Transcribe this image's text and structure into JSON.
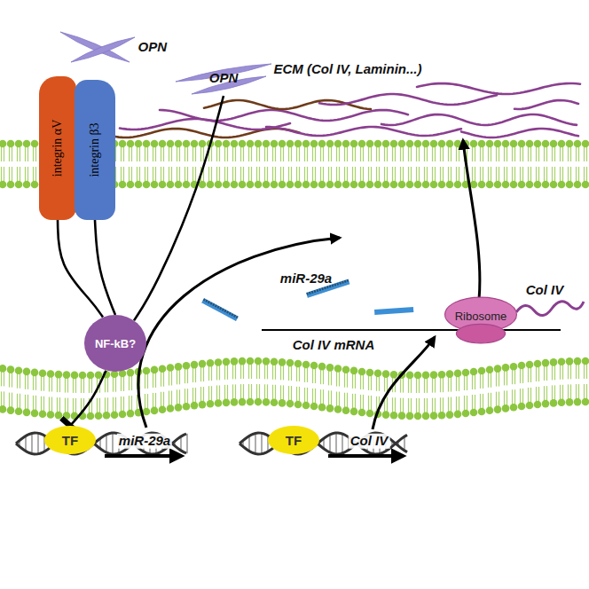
{
  "diagram": {
    "nodes": [
      {
        "text": [
          "OPN"
        ]
      },
      {
        "text": [
          "OPN"
        ]
      },
      {
        "text": [
          "integrin αV"
        ]
      },
      {
        "text": [
          "integrin β3"
        ]
      },
      {
        "text": [
          "NF-kB?"
        ]
      },
      {
        "text": [
          "TF"
        ]
      },
      {
        "text": [
          "TF"
        ]
      },
      {
        "text": [
          "Ribosome"
        ]
      }
    ],
    "edges": [
      {
        "from": 2,
        "to": 4,
        "arrow": "none"
      },
      {
        "from": 3,
        "to": 4,
        "arrow": "none"
      },
      {
        "from": 1,
        "to": 4,
        "arrow": "none"
      },
      {
        "from": 4,
        "to": 5,
        "arrow": "to"
      }
    ],
    "labels": [
      "ECM (Col IV, Laminin...)",
      "miR-29a",
      "Col IV mRNA",
      "Col IV",
      "miR-29a",
      "Col IV"
    ]
  }
}
